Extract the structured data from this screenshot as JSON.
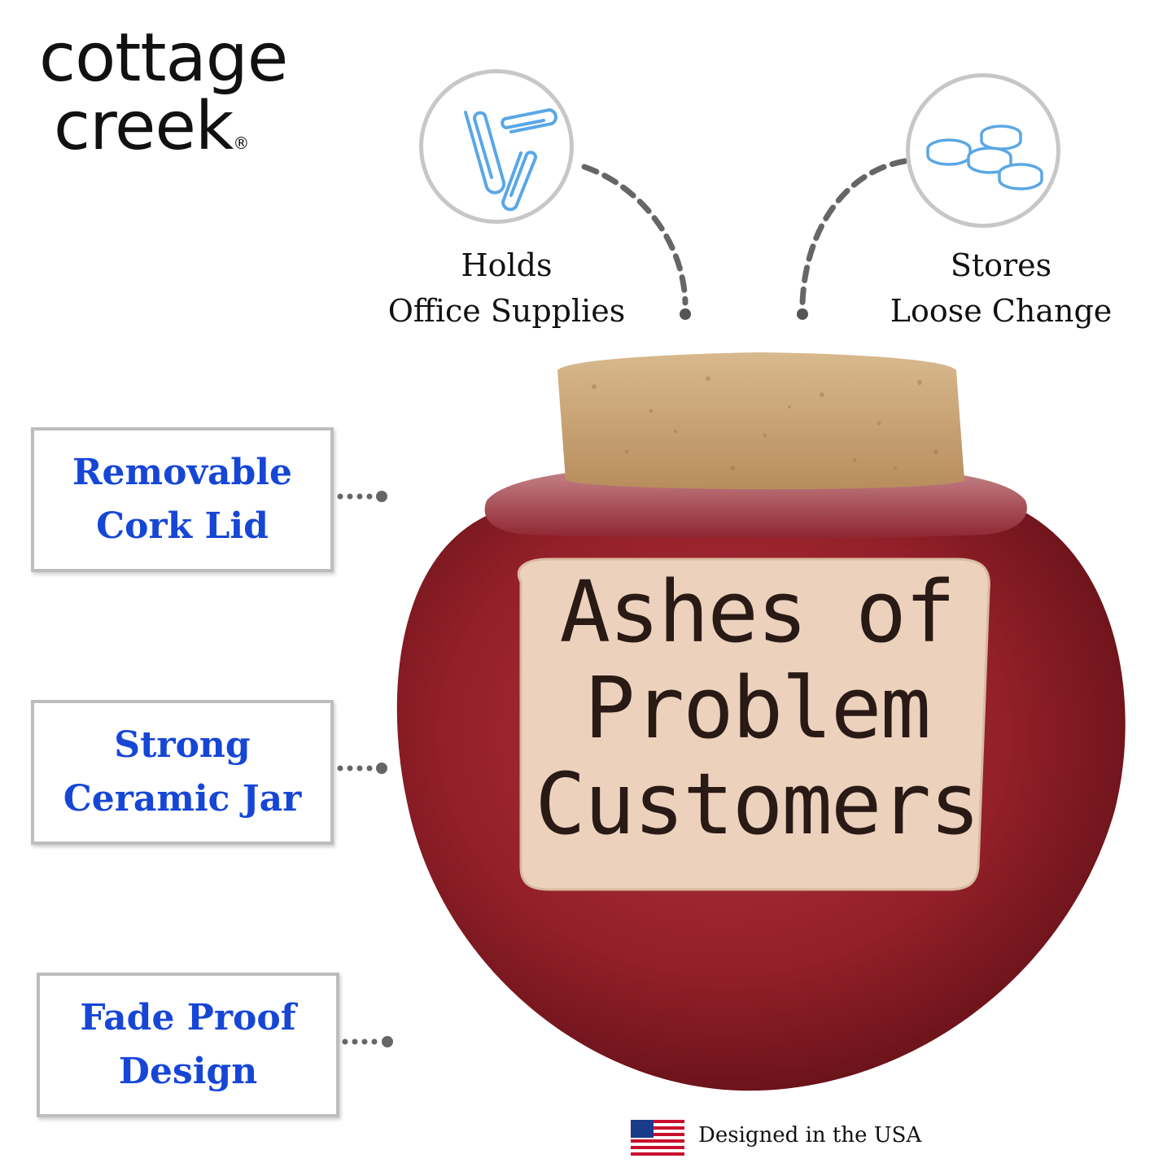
{
  "logo": {
    "line1": "cottage",
    "line2": "creek",
    "registered": "®"
  },
  "features_top": [
    {
      "label_line1": "Holds",
      "label_line2": "Office Supplies",
      "icon": "paperclips-icon"
    },
    {
      "label_line1": "Stores",
      "label_line2": "Loose Change",
      "icon": "coins-icon"
    }
  ],
  "callouts": [
    {
      "line1": "Removable",
      "line2": "Cork Lid"
    },
    {
      "line1": "Strong",
      "line2": "Ceramic Jar"
    },
    {
      "line1": "Fade Proof",
      "line2": "Design"
    }
  ],
  "jar_label": {
    "line1": "Ashes of",
    "line2": "Problem",
    "line3": "Customers"
  },
  "footer": {
    "text": "Designed in the USA",
    "icon": "us-flag-icon"
  },
  "colors": {
    "accent_blue": "#1646d6",
    "jar_red": "#8e1c24",
    "cork": "#c9a57a",
    "plate": "#ecd2bd"
  }
}
